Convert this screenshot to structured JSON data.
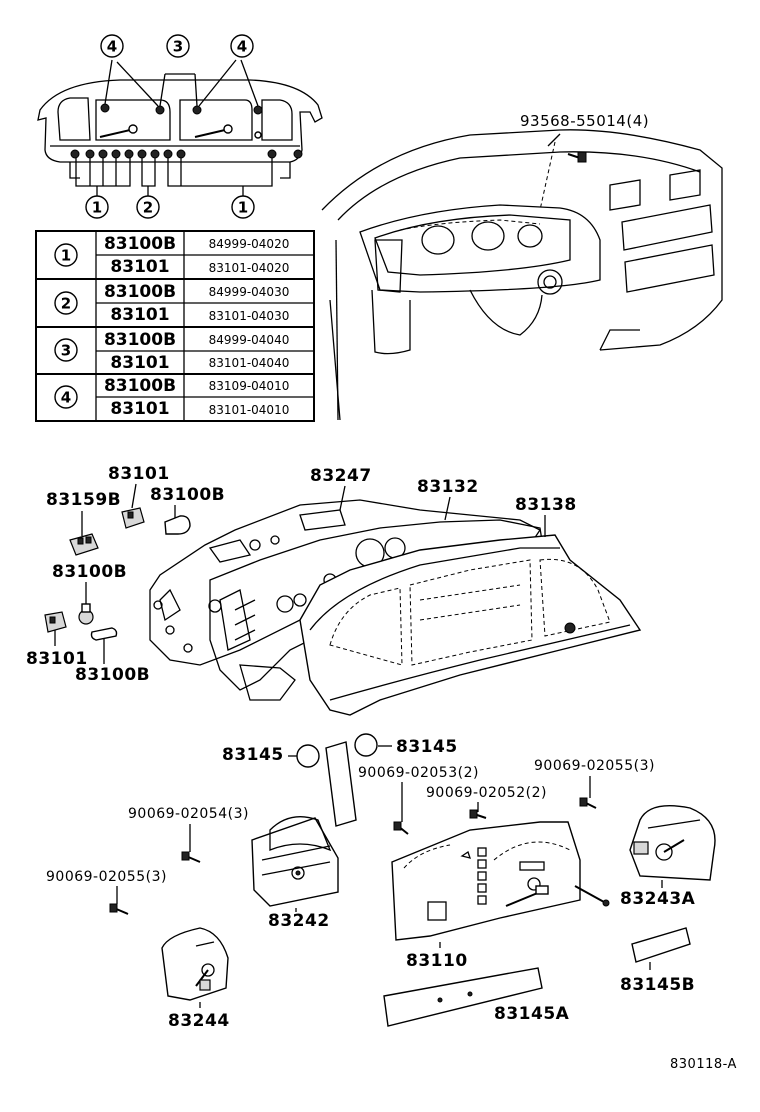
{
  "top_callouts": [
    "4",
    "3",
    "4"
  ],
  "bottom_callouts": [
    "1",
    "2",
    "1"
  ],
  "top_right_part": "93568-55014(4)",
  "table": {
    "rows": [
      {
        "group": "1",
        "items": [
          {
            "part": "83100B",
            "code": "84999-04020"
          },
          {
            "part": "83101",
            "code": "83101-04020"
          }
        ]
      },
      {
        "group": "2",
        "items": [
          {
            "part": "83100B",
            "code": "84999-04030"
          },
          {
            "part": "83101",
            "code": "83101-04030"
          }
        ]
      },
      {
        "group": "3",
        "items": [
          {
            "part": "83100B",
            "code": "84999-04040"
          },
          {
            "part": "83101",
            "code": "83101-04040"
          }
        ]
      },
      {
        "group": "4",
        "items": [
          {
            "part": "83100B",
            "code": "83109-04010"
          },
          {
            "part": "83101",
            "code": "83101-04010"
          }
        ]
      }
    ]
  },
  "labels": {
    "l83101_a": "83101",
    "l83159B": "83159B",
    "l83100B_a": "83100B",
    "l83247": "83247",
    "l83132": "83132",
    "l83138": "83138",
    "l83100B_b": "83100B",
    "l83101_b": "83101",
    "l83100B_c": "83100B",
    "l83145_a": "83145",
    "l83145_b": "83145",
    "l90069_02053": "90069-02053(2)",
    "l90069_02055_a": "90069-02055(3)",
    "l90069_02052": "90069-02052(2)",
    "l90069_02054": "90069-02054(3)",
    "l90069_02055_b": "90069-02055(3)",
    "l83242": "83242",
    "l83243A": "83243A",
    "l83110": "83110",
    "l83244": "83244",
    "l83145A": "83145A",
    "l83145B": "83145B"
  },
  "diagram_id": "830118-A"
}
